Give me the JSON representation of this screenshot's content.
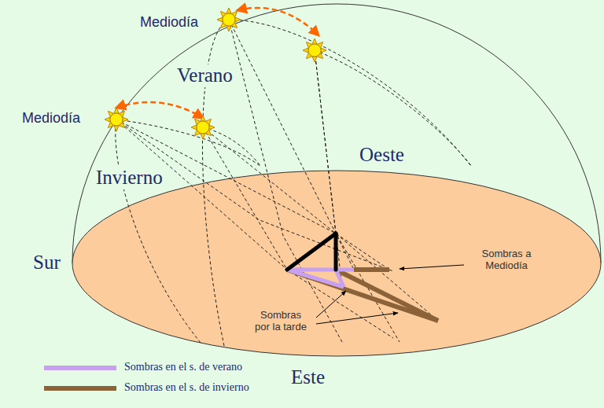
{
  "diagram": {
    "labels": [
      "Mediodía",
      "Verano",
      "Mediodía",
      "Invierno",
      "Oeste",
      "Sur",
      "Este",
      "Sombras a Mediodía",
      "Sombras por la tarde"
    ],
    "legend": [
      {
        "text": "Sombras en el s. de verano",
        "color": "#c8a0f0"
      },
      {
        "text": "Sombras en el s. de invierno",
        "color": "#8c6239"
      }
    ]
  }
}
